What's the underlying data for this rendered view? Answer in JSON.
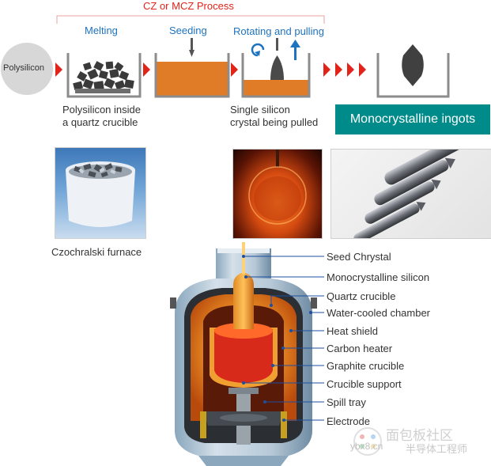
{
  "process": {
    "title": "CZ or MCZ Process",
    "stages": [
      "Melting",
      "Seeding",
      "Rotating and pulling"
    ],
    "start_label": "Polysilicon",
    "captions": {
      "melting": [
        "Polysilicon inside",
        "a quartz crucible"
      ],
      "pulling": [
        "Single silicon",
        "crystal being pulled"
      ]
    },
    "result_label": "Monocrystalline ingots"
  },
  "furnace": {
    "caption": "Czochralski furnace",
    "parts": [
      "Seed Chrystal",
      "Monocrystalline silicon",
      "Quartz crucible",
      "Water-cooled chamber",
      "Heat shield",
      "Carbon heater",
      "Graphite crucible",
      "Crucible support",
      "Spill tray",
      "Electrode"
    ]
  },
  "watermark": {
    "line1": "面包板社区",
    "site": "ybx8.cn",
    "line2": "半导体工程师"
  },
  "colors": {
    "accent_red": "#e2231a",
    "label_blue": "#1e73be",
    "result_box": "#008b8b",
    "melt_orange": "#e07b28"
  }
}
